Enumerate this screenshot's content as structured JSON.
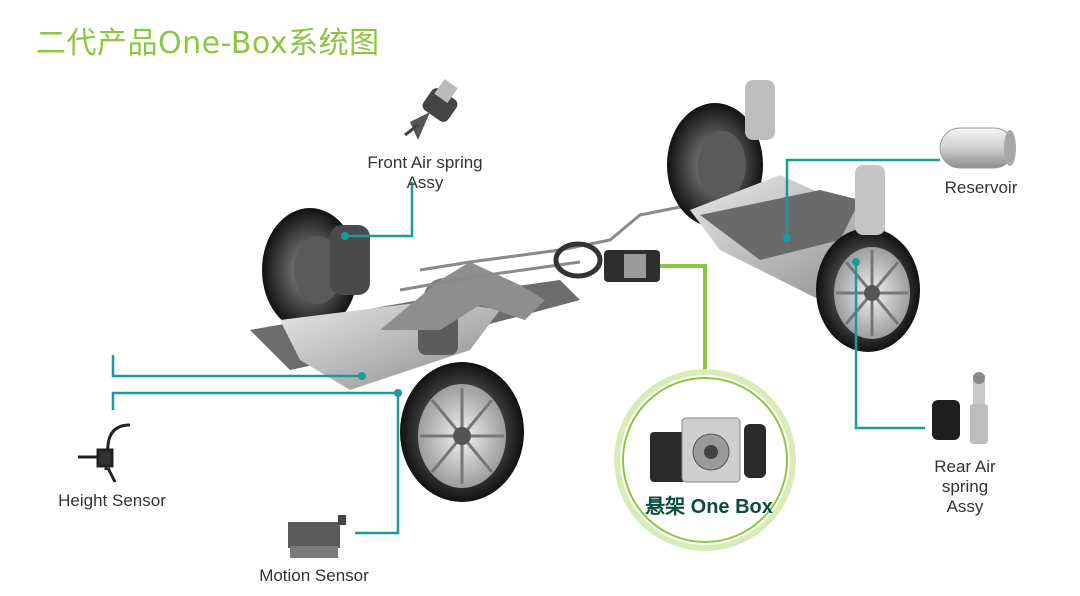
{
  "title": "二代产品One-Box系统图",
  "labels": {
    "front_air_spring_line1": "Front Air spring",
    "front_air_spring_line2": "Assy",
    "reservoir": "Reservoir",
    "height_sensor": "Height Sensor",
    "motion_sensor": "Motion Sensor",
    "rear_air_line1": "Rear Air",
    "rear_air_line2": "spring",
    "rear_air_line3": "Assy",
    "onebox": "悬架 One Box"
  },
  "colors": {
    "title": "#8cc63f",
    "leader_teal": "#1a9a9a",
    "leader_green": "#8cc63f",
    "onebox_label": "#0d4d3e"
  }
}
